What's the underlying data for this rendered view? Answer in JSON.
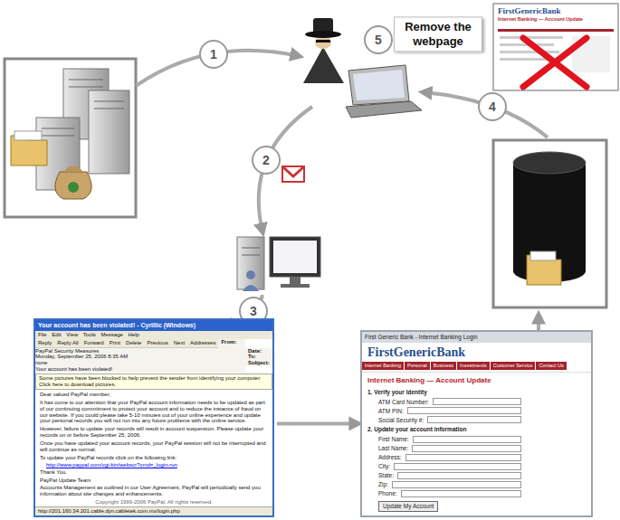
{
  "diagram": {
    "nodes": [
      {
        "text": [
          "Your account has been violated! - Cyrillic (Windows)",
          "File Edit View Tools Message Help",
          "Reply",
          "Reply All",
          "Forward",
          "Print",
          "Delete",
          "Previous",
          "Next",
          "Addresses",
          "From:",
          "PayPal Security Measures",
          "Date:",
          "Monday, September 25, 2006 8:35 AM",
          "To:",
          "none",
          "Subject:",
          "Your account has been violated!",
          "Some pictures have been blocked to help prevent the sender from identifying your computer. Click here to download pictures.",
          "Dear valued PayPal member,",
          "It has come to our attention that your PayPal account information needs to be updated as part of our continuing commitment to protect your account and to reduce the instance of fraud on our website. If you could please take 5-10 minutes out of your online experience and update your personal records you will not run into any future problems with the online service.",
          "However, failure to update your records will result in account suspension. Please update your records on or before September 25, 2006.",
          "Once you have updated your account records, your PayPal session will not be interrupted and will continue as normal.",
          "To update your PayPal records click on the following link:",
          "http://www.paypal.com/cgi-bin/webscr?cmd=_login-run",
          "Thank You.",
          "PayPal Update Team",
          "Accounts Management as outlined in our User Agreement, PayPal will periodically send you information about site changes and enhancements.",
          "Copyright 1999-2006 PayPal. All rights reserved.",
          "http://201.160.34.201.cable.dyn.cabletek.com.mx/login.php"
        ]
      },
      {
        "text": [
          "First Generic Bank - Internet Banking Login",
          "FirstGenericBank",
          "Internet Banking",
          "Personal",
          "Business",
          "Investments",
          "Customer Service",
          "Contact Us",
          "Internet Banking — Account Update",
          "1. Verify your Identity",
          "ATM Card Number:",
          "ATM PIN:",
          "Social Security #:",
          "2. Update your account information",
          "First Name:",
          "Last Name:",
          "Address:",
          "City:",
          "State:",
          "Zip:",
          "Phone:",
          "Update My Account"
        ]
      },
      {
        "text": [
          "FirstGenericBank",
          "Internet Banking — Account Update"
        ]
      }
    ],
    "edges": [
      {
        "from": 0,
        "to": 1,
        "arrow": "to"
      }
    ],
    "labels": [
      "1",
      "2",
      "3",
      "4",
      "5",
      "Remove the webpage"
    ]
  }
}
